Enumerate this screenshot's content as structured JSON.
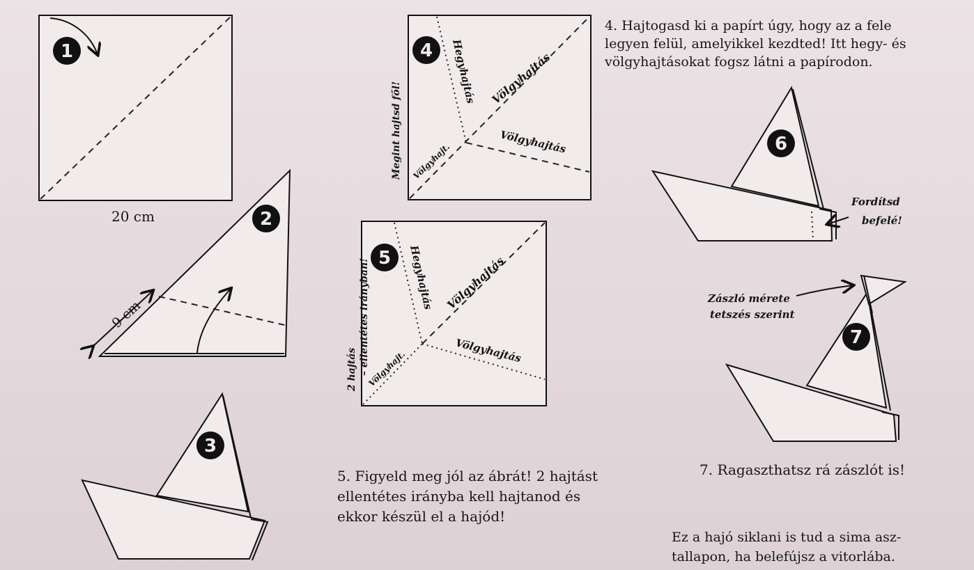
{
  "steps": [
    {
      "number": "1"
    },
    {
      "number": "2"
    },
    {
      "number": "3"
    },
    {
      "number": "4"
    },
    {
      "number": "5"
    },
    {
      "number": "6"
    },
    {
      "number": "7"
    }
  ],
  "step1": {
    "size_label": "20 cm"
  },
  "step2": {
    "length_label": "9 cm"
  },
  "step4": {
    "side_label": "Megint hajtsd fől!",
    "mountain_label": "Hegyhajtás",
    "valley_label_1": "Völgyhajtás",
    "valley_label_2": "Völgyhajtás",
    "valley_short": "Völgyhajt."
  },
  "step5": {
    "side_label_1": "2 hajtás",
    "side_label_2": "– ellentétes irányban!",
    "mountain_label": "Hegyhajtás",
    "valley_label_1": "Völgyhajtás",
    "valley_label_2": "Völgyhajtás",
    "valley_short": "Völgyhajt."
  },
  "step6": {
    "note_1": "Fordítsd",
    "note_2": "befelé!"
  },
  "step7": {
    "flag_note_1": "Zászló mérete",
    "flag_note_2": "tetszés szerint"
  },
  "texts": {
    "intro_line1": "4. Hajtogasd ki a papírt úgy, hogy az a fele",
    "intro_line2": "legyen felül, amelyikkel kezdted! Itt hegy- és",
    "intro_line3": "völgyhajtásokat fogsz látni a papírodon.",
    "step5_line1": "5. Figyeld meg jól az ábrát! 2 hajtást",
    "step5_line2": "ellentétes irányba kell hajtanod és",
    "step5_line3": "ekkor készül el a hajód!",
    "step7_text": "7. Ragaszthatsz rá zászlót is!",
    "final_line1": "Ez a hajó siklani is tud a sima asz-",
    "final_line2": "tallapon, ha belefújsz a vitorlába."
  }
}
